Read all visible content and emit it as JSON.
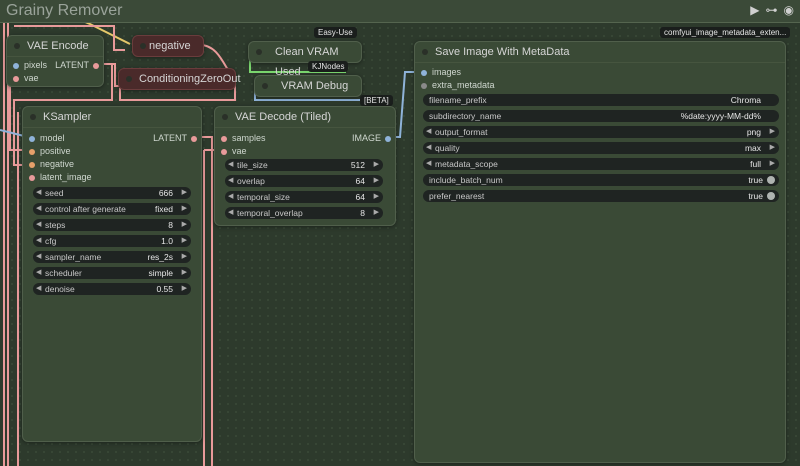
{
  "group": {
    "title": "Grainy Remover",
    "controls": [
      "play-icon",
      "connect-icon",
      "eye-icon"
    ]
  },
  "nodes": {
    "negative": {
      "title": "negative"
    },
    "vae_encode": {
      "title": "VAE Encode",
      "inputs": [
        "pixels",
        "vae"
      ],
      "output": "LATENT"
    },
    "conditioning_zero_out": {
      "title": "ConditioningZeroOut"
    },
    "clean_vram": {
      "title": "Clean VRAM Used",
      "badge": "Easy-Use"
    },
    "vram_debug": {
      "title": "VRAM Debug",
      "badge": "KJNodes"
    },
    "beta_badge": {
      "text": "[BETA]"
    },
    "ksampler": {
      "title": "KSampler",
      "inputs": [
        "model",
        "positive",
        "negative",
        "latent_image"
      ],
      "output": "LATENT",
      "widgets": [
        {
          "label": "seed",
          "value": "666"
        },
        {
          "label": "control after generate",
          "value": "fixed"
        },
        {
          "label": "steps",
          "value": "8"
        },
        {
          "label": "cfg",
          "value": "1.0"
        },
        {
          "label": "sampler_name",
          "value": "res_2s"
        },
        {
          "label": "scheduler",
          "value": "simple"
        },
        {
          "label": "denoise",
          "value": "0.55"
        }
      ]
    },
    "vae_decode": {
      "title": "VAE Decode (Tiled)",
      "inputs": [
        "samples",
        "vae"
      ],
      "output": "IMAGE",
      "widgets": [
        {
          "label": "tile_size",
          "value": "512"
        },
        {
          "label": "overlap",
          "value": "64"
        },
        {
          "label": "temporal_size",
          "value": "64"
        },
        {
          "label": "temporal_overlap",
          "value": "8"
        }
      ]
    },
    "save_image": {
      "title": "Save Image With MetaData",
      "badge": "comfyui_image_metadata_exten...",
      "inputs": [
        "images",
        "extra_metadata"
      ],
      "widgets": [
        {
          "label": "filename_prefix",
          "value": "Chroma"
        },
        {
          "label": "subdirectory_name",
          "value": "%date:yyyy-MM-dd%"
        },
        {
          "label": "output_format",
          "value": "png"
        },
        {
          "label": "quality",
          "value": "max"
        },
        {
          "label": "metadata_scope",
          "value": "full"
        },
        {
          "label": "include_batch_num",
          "value": "true"
        },
        {
          "label": "prefer_nearest",
          "value": "true"
        }
      ]
    }
  },
  "colors": {
    "wire_pink": "#e89a9a",
    "wire_green": "#7ad66e",
    "wire_blue": "#8fb3d9",
    "wire_yellow": "#e6c86a"
  }
}
